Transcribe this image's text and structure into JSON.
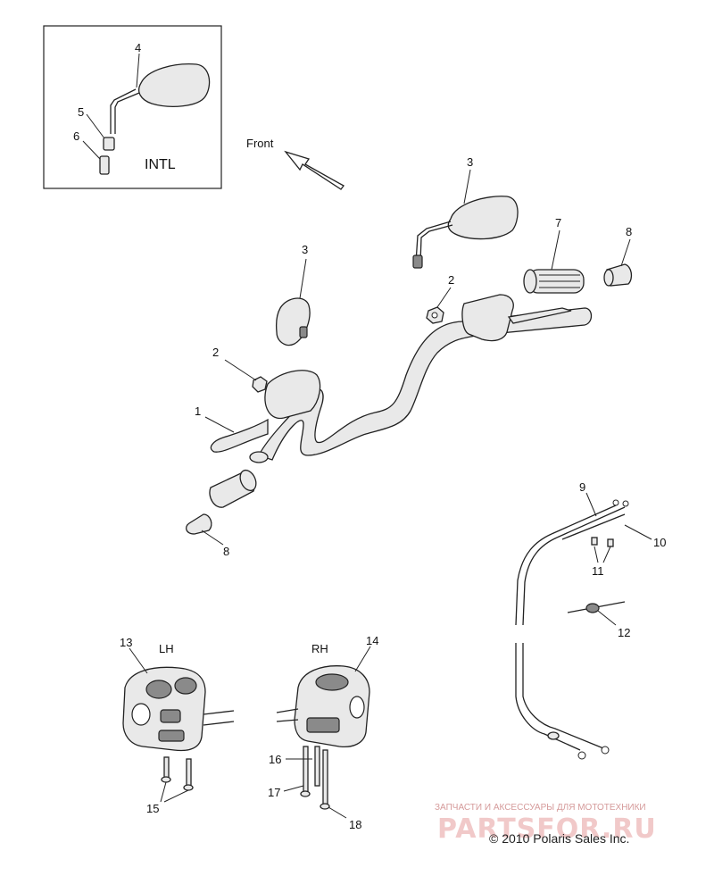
{
  "diagram": {
    "inset_label": "INTL",
    "front_label": "Front",
    "lh_label": "LH",
    "rh_label": "RH",
    "callouts": {
      "c1": "1",
      "c2a": "2",
      "c2b": "2",
      "c3a": "3",
      "c3b": "3",
      "c4": "4",
      "c5": "5",
      "c6": "6",
      "c7": "7",
      "c8a": "8",
      "c8b": "8",
      "c9": "9",
      "c10": "10",
      "c11": "11",
      "c12": "12",
      "c13": "13",
      "c14": "14",
      "c15": "15",
      "c16": "16",
      "c17": "17",
      "c18": "18"
    }
  },
  "watermark": {
    "tagline": "ЗАПЧАСТИ И АКСЕССУАРЫ ДЛЯ МОТОТЕХНИКИ",
    "brand": "PARTSFOR.RU"
  },
  "copyright": "© 2010 Polaris Sales Inc."
}
